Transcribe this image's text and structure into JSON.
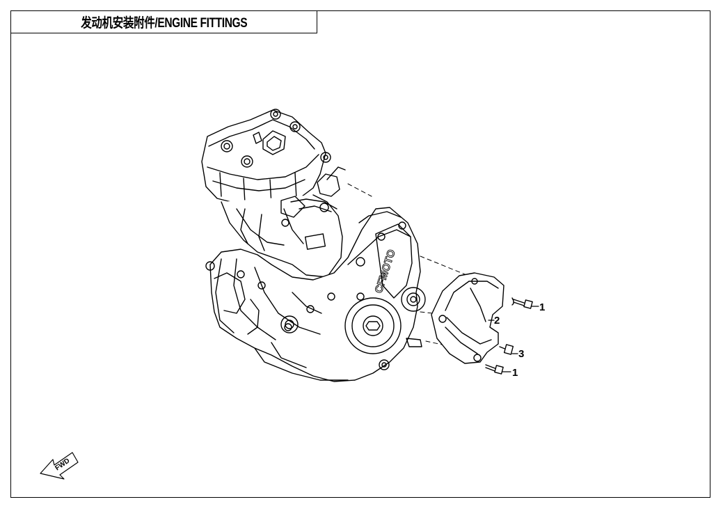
{
  "title": "发动机安装附件/ENGINE FITTINGS",
  "callouts": {
    "c1a": "1",
    "c2": "2",
    "c3": "3",
    "c1b": "1"
  },
  "fwd_label": "FWD",
  "brand_text": "CFMOTO",
  "colors": {
    "line": "#000000",
    "background": "#ffffff"
  },
  "icons": {
    "forward": "forward-arrow-icon"
  }
}
